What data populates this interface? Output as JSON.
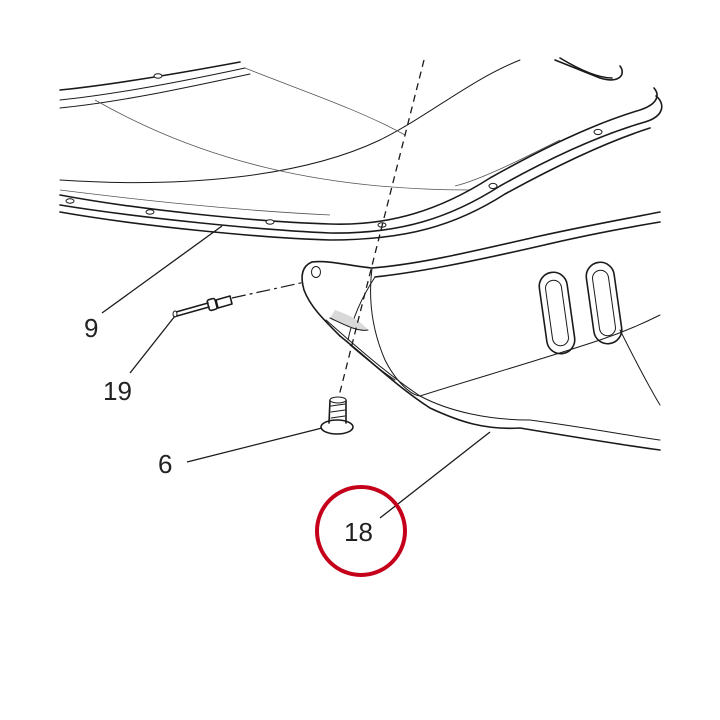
{
  "callouts": [
    {
      "id": "9",
      "text": "9"
    },
    {
      "id": "19",
      "text": "19"
    },
    {
      "id": "6",
      "text": "6"
    },
    {
      "id": "18",
      "text": "18"
    }
  ],
  "highlighted_callout": "18",
  "colors": {
    "line": "#1a1a1a",
    "highlight_ring": "#c4001a",
    "background": "#ffffff"
  }
}
